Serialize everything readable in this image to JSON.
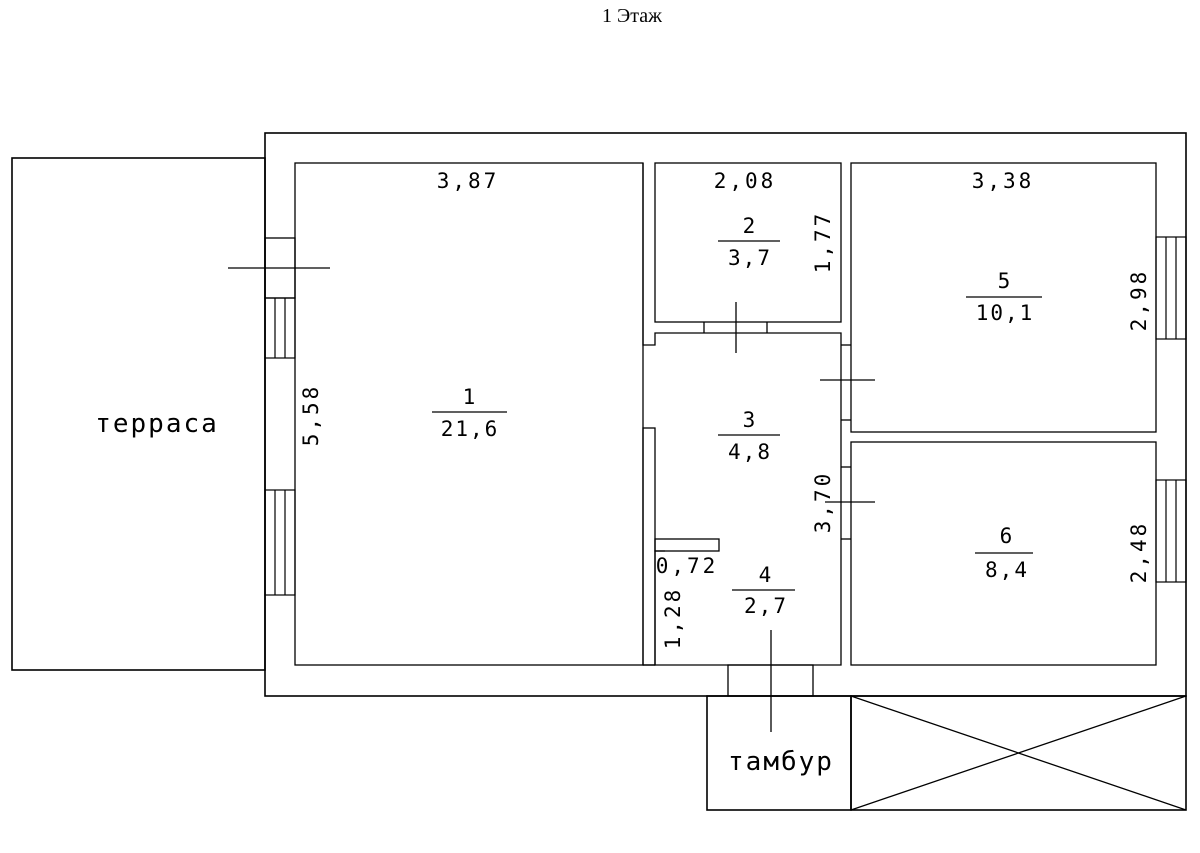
{
  "title": "1 Этаж",
  "labels": {
    "terrace": "терраса",
    "vestibule": "тамбур"
  },
  "rooms": [
    {
      "number": "1",
      "area": "21,6"
    },
    {
      "number": "2",
      "area": "3,7"
    },
    {
      "number": "3",
      "area": "4,8"
    },
    {
      "number": "4",
      "area": "2,7"
    },
    {
      "number": "5",
      "area": "10,1"
    },
    {
      "number": "6",
      "area": "8,4"
    }
  ],
  "dimensions": {
    "room1_width": "3,87",
    "room1_height": "5,58",
    "room2_width": "2,08",
    "room2_height": "1,77",
    "room5_width": "3,38",
    "room5_height": "2,98",
    "room3_height": "3,70",
    "room6_height": "2,48",
    "room4_width": "0,72",
    "room4_height": "1,28"
  }
}
